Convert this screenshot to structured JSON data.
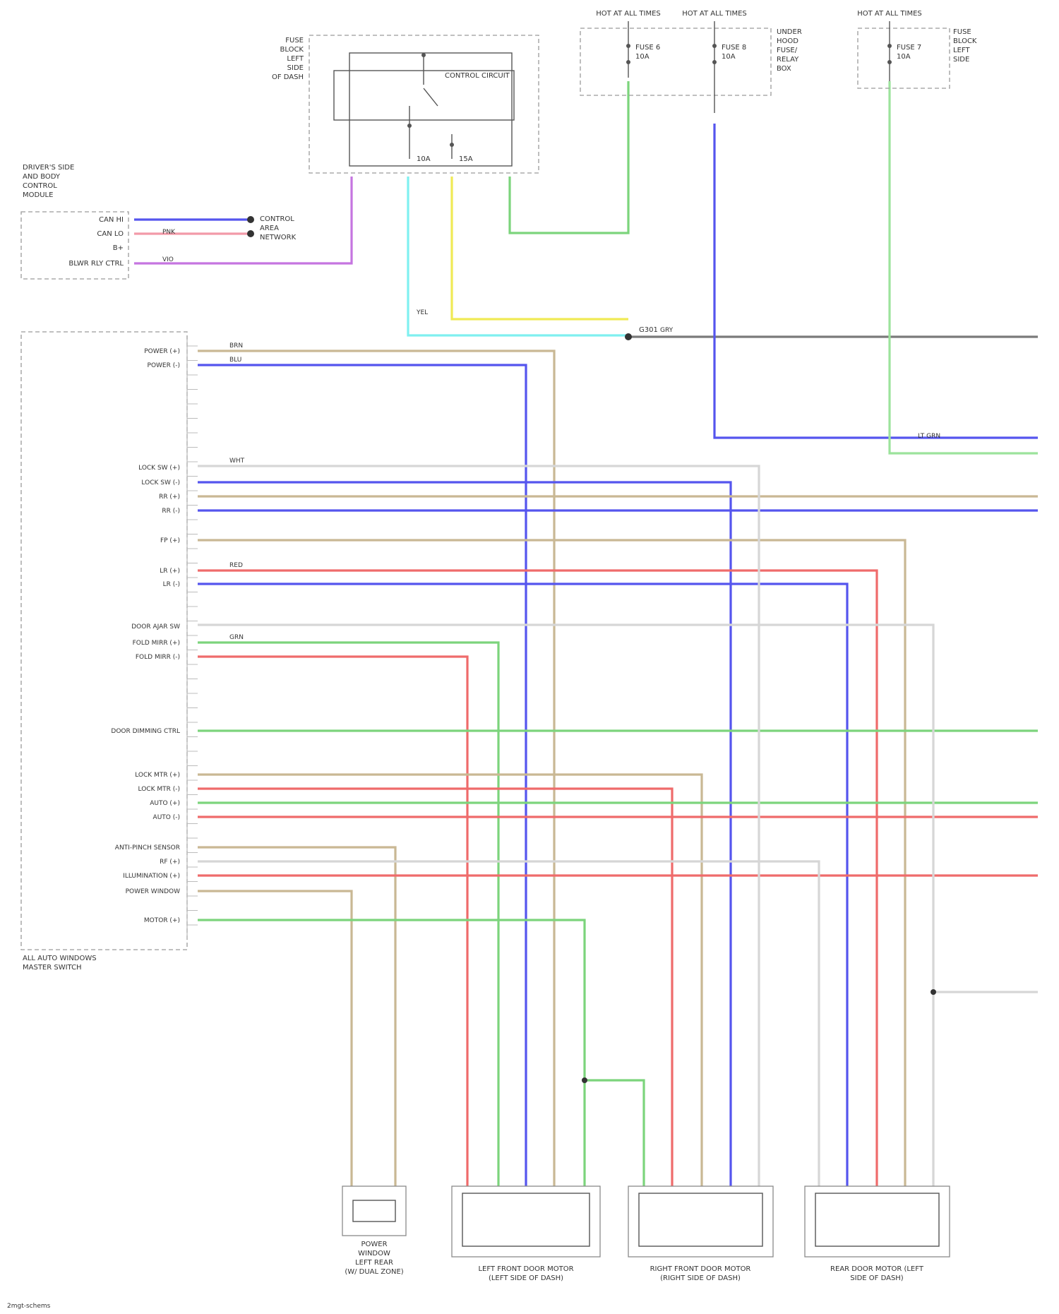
{
  "colors": {
    "BLU": "#5555ee",
    "PNK": "#f29aa8",
    "VIO": "#c575e0",
    "LT GRN": "#9ce39c",
    "YEL": "#f0ea55",
    "GRN": "#7cd47c",
    "BRN": "#c9b894",
    "RED": "#ef6b6b",
    "GRY": "#7a7a7a",
    "LT BLU": "#7ff0f0",
    "WHT": "#d6d6d6"
  },
  "fuse_blocks": {
    "driver_fuse_box": {
      "lines": [
        "FUSE",
        "BLOCK",
        "LEFT",
        "SIDE",
        "OF DASH"
      ],
      "circuit_label": "CONTROL CIRCUIT",
      "fuse_labels": [
        "10A",
        "15A"
      ]
    },
    "hot_at_all_times_1": {
      "hot_label": "HOT AT ALL TIMES",
      "fuse_lines": [
        "FUSE 6",
        "10A"
      ]
    },
    "hot_at_all_times_2": {
      "hot_label": "HOT AT ALL TIMES",
      "fuse_lines": [
        "FUSE 8",
        "10A"
      ],
      "side_lines": [
        "UNDER",
        "HOOD",
        "FUSE/",
        "RELAY",
        "BOX"
      ]
    },
    "hot_at_all_times_3": {
      "hot_label": "HOT AT ALL TIMES",
      "fuse_lines": [
        "FUSE 7",
        "10A"
      ],
      "side_lines": [
        "FUSE",
        "BLOCK",
        "LEFT",
        "SIDE"
      ]
    }
  },
  "bcm_block": {
    "title_lines": [
      "DRIVER'S SIDE",
      "AND BODY",
      "CONTROL",
      "MODULE"
    ],
    "pins": [
      "CAN HI",
      "CAN LO",
      "B+",
      "BLWR RLY CTRL"
    ]
  },
  "bcm_note": [
    "CONTROL",
    "AREA",
    "NETWORK"
  ],
  "ground_node": {
    "label": "G301"
  },
  "main_module": {
    "title_lines": [
      "ALL AUTO WINDOWS",
      "MASTER SWITCH"
    ],
    "pins": [
      "POWER (+)",
      "POWER (-)",
      "LOCK SW (+)",
      "LOCK SW (-)",
      "RR (+)",
      "RR (-)",
      "FP (+)",
      "LR (+)",
      "LR (-)",
      "DOOR AJAR SW",
      "FOLD MIRR (+)",
      "FOLD MIRR (-)",
      "DOOR DIMMING CTRL",
      "LOCK MTR (+)",
      "LOCK MTR (-)",
      "AUTO (+)",
      "AUTO (-)",
      "ANTI-PINCH SENSOR",
      "RF (+)",
      "ILLUMINATION (+)",
      "POWER WINDOW",
      "MOTOR (+)"
    ]
  },
  "wire_labels": [
    "BRN",
    "BLU",
    "WHT",
    "RED",
    "GRN",
    "YEL",
    "GRY",
    "LT GRN",
    "PNK",
    "VIO"
  ],
  "components": [
    {
      "lines": [
        "POWER",
        "WINDOW",
        "LEFT REAR",
        "(W/ DUAL ZONE)"
      ]
    },
    {
      "lines": [
        "LEFT FRONT DOOR MOTOR",
        "(LEFT SIDE OF DASH)"
      ]
    },
    {
      "lines": [
        "RIGHT FRONT DOOR MOTOR",
        "(RIGHT SIDE OF DASH)"
      ]
    },
    {
      "lines": [
        "REAR DOOR MOTOR (LEFT",
        "SIDE OF DASH)"
      ]
    }
  ],
  "footer": "2mgt-schems"
}
